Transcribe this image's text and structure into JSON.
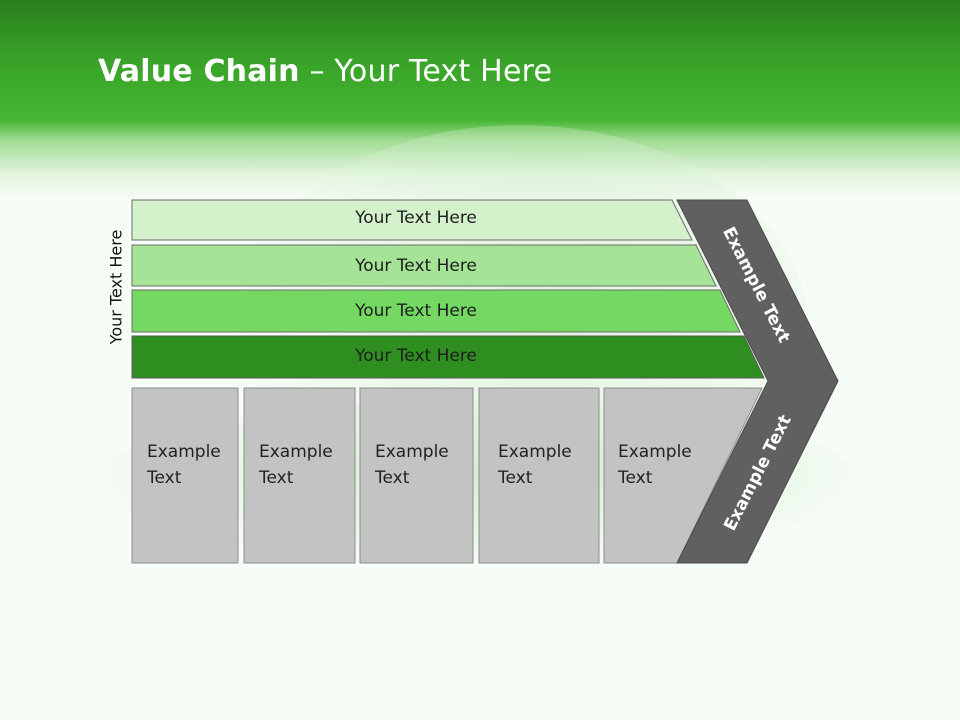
{
  "title": {
    "bold": "Value Chain",
    "rest": " – Your Text Here"
  },
  "side_label": "Your Text Here",
  "bars": [
    {
      "label": "Your Text Here",
      "color": "#d3f2cc"
    },
    {
      "label": "Your Text Here",
      "color": "#a5e397"
    },
    {
      "label": "Your Text Here",
      "color": "#74d862"
    },
    {
      "label": "Your Text Here",
      "color": "#2e8f20"
    }
  ],
  "activities": [
    {
      "line1": "Example",
      "line2": "Text"
    },
    {
      "line1": "Example",
      "line2": "Text"
    },
    {
      "line1": "Example",
      "line2": "Text"
    },
    {
      "line1": "Example",
      "line2": "Text"
    },
    {
      "line1": "Example",
      "line2": "Text"
    }
  ],
  "chevron": {
    "upper": "Example Text",
    "lower": "Example Text",
    "color": "#606060"
  },
  "colors": {
    "header": "#3aa52a",
    "activity_fill": "#c3c3c3"
  }
}
